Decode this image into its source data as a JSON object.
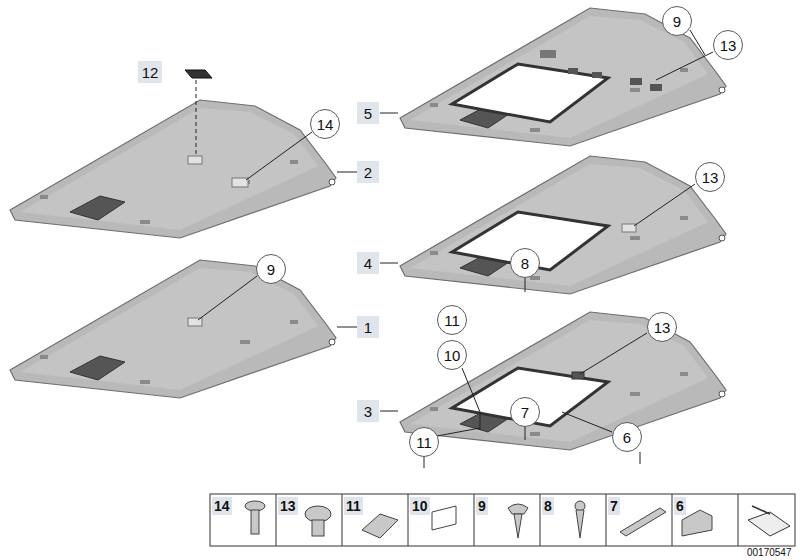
{
  "diagram": {
    "nodes": [
      {
        "text": [
          "9"
        ]
      },
      {
        "text": [
          "13"
        ]
      },
      {
        "text": [
          "12"
        ]
      },
      {
        "text": [
          "5"
        ]
      },
      {
        "text": [
          "14"
        ]
      },
      {
        "text": [
          "2"
        ]
      },
      {
        "text": [
          "13"
        ]
      },
      {
        "text": [
          "8"
        ]
      },
      {
        "text": [
          "4"
        ]
      },
      {
        "text": [
          "9"
        ]
      },
      {
        "text": [
          "11"
        ]
      },
      {
        "text": [
          "13"
        ]
      },
      {
        "text": [
          "1"
        ]
      },
      {
        "text": [
          "10"
        ]
      },
      {
        "text": [
          "7"
        ]
      },
      {
        "text": [
          "3"
        ]
      },
      {
        "text": [
          "11"
        ]
      },
      {
        "text": [
          "6"
        ]
      }
    ],
    "labels": [
      "14",
      "13",
      "11",
      "10",
      "9",
      "8",
      "7",
      "6",
      "00170547"
    ]
  }
}
